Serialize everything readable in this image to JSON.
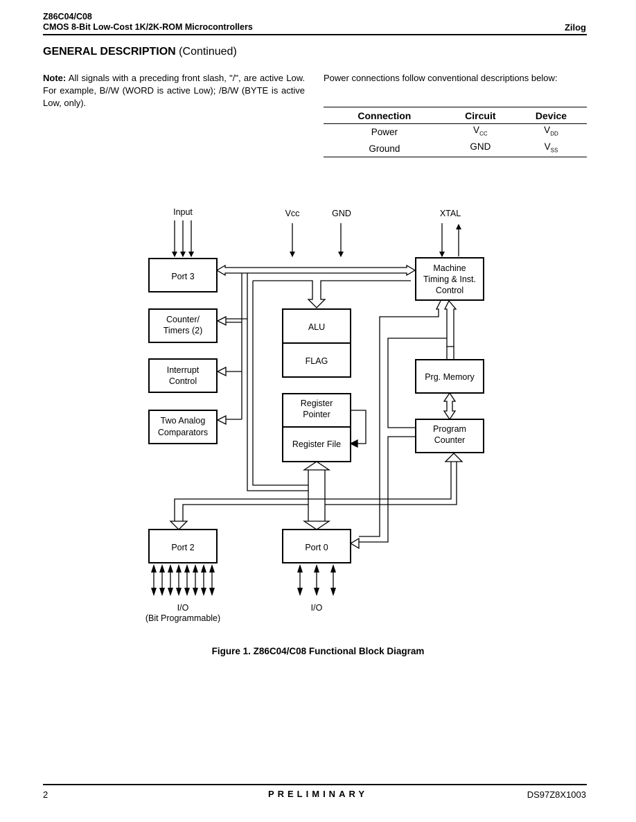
{
  "header": {
    "part": "Z86C04/C08",
    "subtitle": "CMOS 8-Bit Low-Cost 1K/2K-ROM Microcontrollers",
    "brand": "Zilog"
  },
  "section": {
    "title": "GENERAL DESCRIPTION",
    "continued": " (Continued)"
  },
  "note": {
    "label": "Note:",
    "text": " All signals with a preceding front slash, \"/\", are active Low. For example, B//W (WORD is active Low); /B/W (BYTE is active Low, only)."
  },
  "power": {
    "intro": "Power connections follow conventional descriptions below:",
    "headers": [
      "Connection",
      "Circuit",
      "Device"
    ],
    "rows": [
      {
        "connection": "Power",
        "circuit": "V",
        "circuit_sub": "CC",
        "device": "V",
        "device_sub": "DD"
      },
      {
        "connection": "Ground",
        "circuit": "GND",
        "circuit_sub": "",
        "device": "V",
        "device_sub": "SS"
      }
    ]
  },
  "diagram": {
    "labels": {
      "input": "Input",
      "vcc": "Vcc",
      "gnd": "GND",
      "xtal": "XTAL",
      "port3": "Port 3",
      "counter1": "Counter/",
      "counter2": "Timers (2)",
      "interrupt1": "Interrupt",
      "interrupt2": "Control",
      "analog1": "Two Analog",
      "analog2": "Comparators",
      "alu": "ALU",
      "flag": "FLAG",
      "regptr1": "Register",
      "regptr2": "Pointer",
      "regfile": "Register File",
      "machine1": "Machine",
      "machine2": "Timing & Inst.",
      "machine3": "Control",
      "prgmem": "Prg. Memory",
      "pc1": "Program",
      "pc2": "Counter",
      "port2": "Port 2",
      "port0": "Port 0",
      "io_left": "I/O",
      "io_left_sub": "(Bit Programmable)",
      "io_right": "I/O"
    },
    "caption": "Figure 1.   Z86C04/C08 Functional Block Diagram"
  },
  "footer": {
    "page": "2",
    "status": "PRELIMINARY",
    "doc": "DS97Z8X1003"
  }
}
